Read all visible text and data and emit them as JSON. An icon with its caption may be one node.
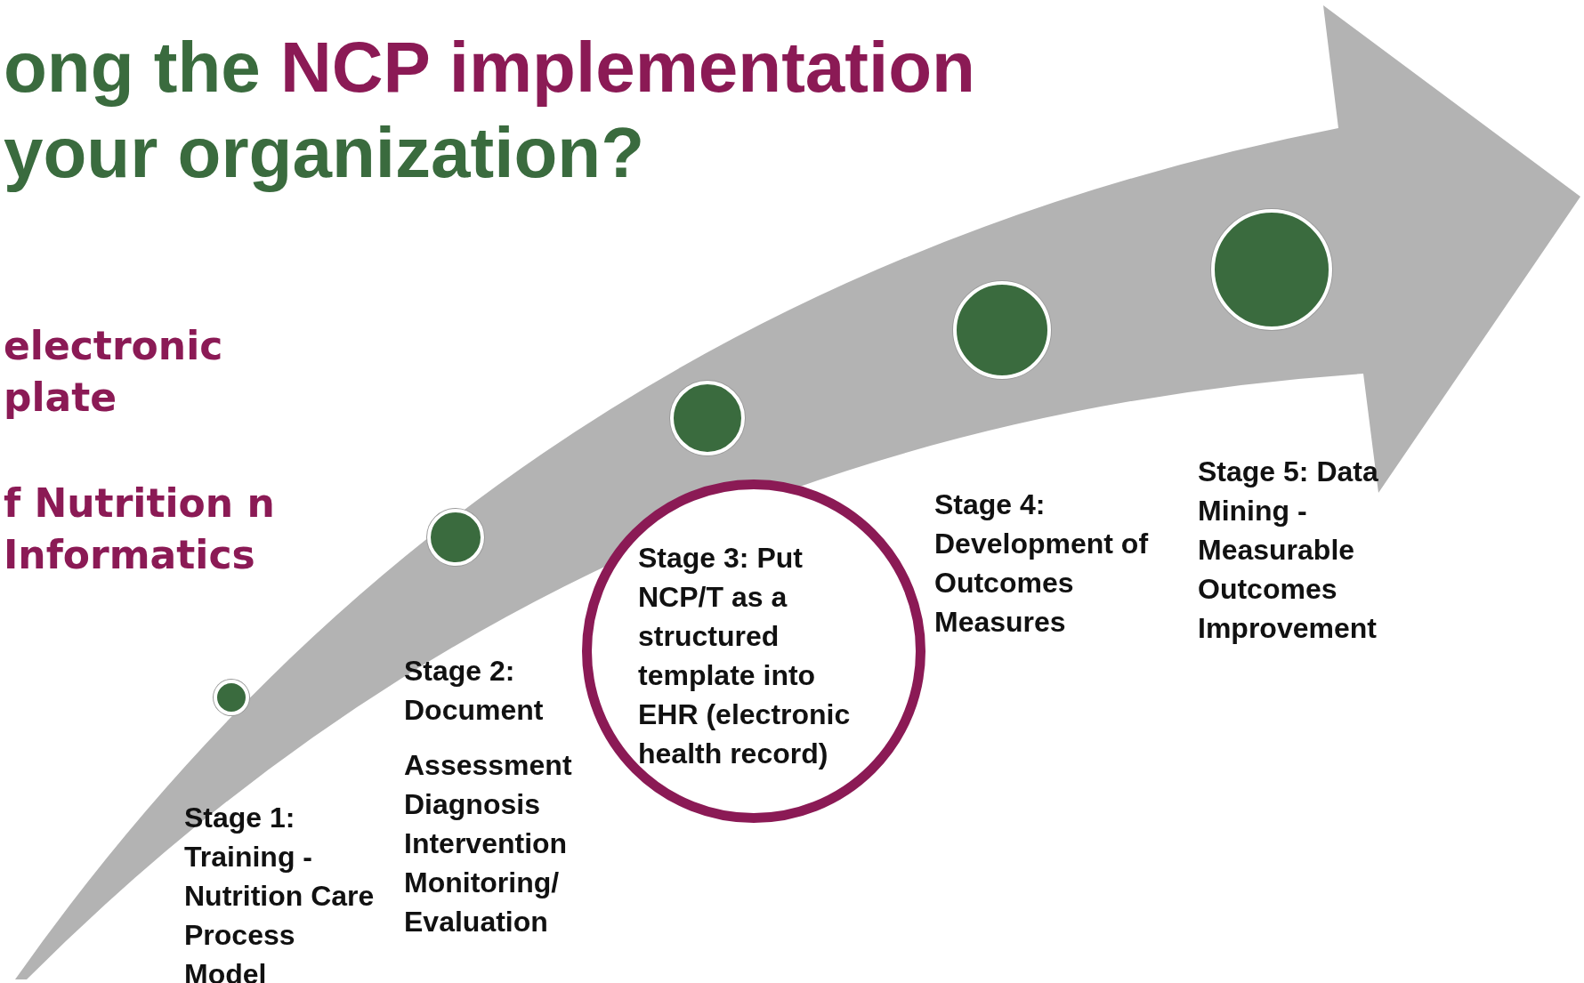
{
  "diagram": {
    "title": "ong the **NCP implementation** your organization?",
    "nodes": [
      {
        "text": [],
        "shape": "circle"
      },
      {
        "text": [],
        "shape": "circle"
      },
      {
        "text": [],
        "shape": "circle"
      },
      {
        "text": [],
        "shape": "circle"
      },
      {
        "text": [],
        "shape": "circle"
      },
      {
        "text": [
          "Stage 3: Put NCP/T as a structured template into EHR (electronic health record)"
        ]
      }
    ],
    "labels": [
      "electronic plate",
      "f Nutrition n Informatics",
      "Stage 1: Training - Nutrition Care Process Model",
      "Stage 2: Document",
      "Assessment Diagnosis Intervention Monitoring/ Evaluation",
      "Stage 4: Development of Outcomes Measures",
      "Stage 5: Data Mining - Measurable Outcomes Improvement"
    ]
  }
}
